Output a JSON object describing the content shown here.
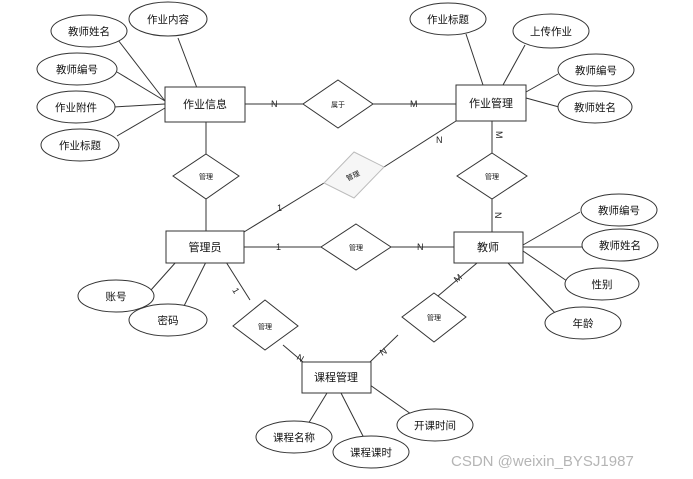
{
  "entities": {
    "homework_info": "作业信息",
    "homework_mgmt": "作业管理",
    "admin": "管理员",
    "teacher": "教师",
    "course_mgmt": "课程管理"
  },
  "relationships": {
    "belongs": "属于",
    "manage_left": "管理",
    "manage_center_faded": "管理",
    "manage_right": "管理",
    "manage_mid": "管理",
    "manage_bottom_left": "管理",
    "manage_bottom_right": "管理"
  },
  "attributes": {
    "teacher_name_tl": "教师姓名",
    "homework_content": "作业内容",
    "teacher_no_tl": "教师编号",
    "homework_attachment": "作业附件",
    "homework_title_l": "作业标题",
    "homework_title_tr": "作业标题",
    "upload_homework": "上传作业",
    "teacher_no_tr": "教师编号",
    "teacher_name_tr": "教师姓名",
    "teacher_no_r": "教师编号",
    "teacher_name_r": "教师姓名",
    "gender": "性别",
    "age": "年龄",
    "account": "账号",
    "password": "密码",
    "course_name": "课程名称",
    "course_hours": "课程课时",
    "start_time": "开课时间"
  },
  "cardinalities": {
    "c1": "N",
    "c2": "M",
    "c3": "N",
    "c4": "1",
    "c5": "M",
    "c6": "N",
    "c7": "1",
    "c8": "N",
    "c9": "1",
    "c10": "N",
    "c11": "N",
    "c12": "M"
  },
  "watermark": "CSDN @weixin_BYSJ1987",
  "colors": {
    "line": "#333333",
    "faded": "#bbbbbb",
    "fill": "#ffffff"
  }
}
